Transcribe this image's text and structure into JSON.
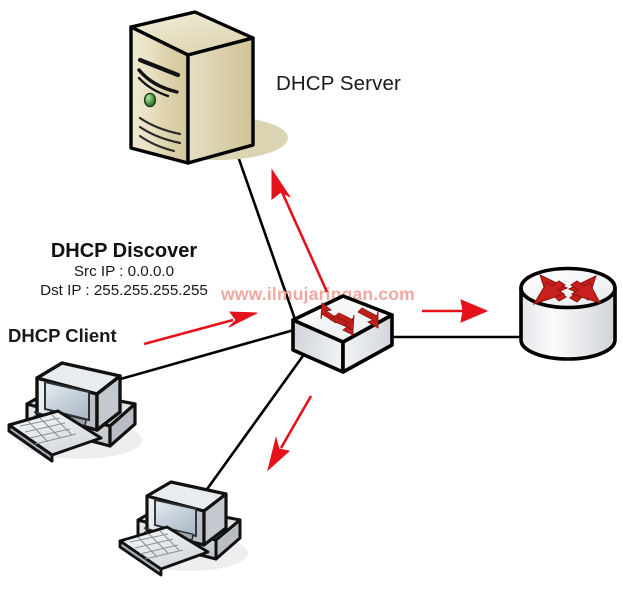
{
  "diagram": {
    "title_label": "DHCP Server",
    "client_label": "DHCP Client",
    "watermark": "www.ilmujaringan.com",
    "packet": {
      "name": "DHCP Discover",
      "src_line": "Src IP : 0.0.0.0",
      "dst_line": "Dst IP : 255.255.255.255"
    },
    "nodes": [
      {
        "id": "server",
        "name": "dhcp-server-icon",
        "label": "DHCP Server"
      },
      {
        "id": "switch",
        "name": "network-switch-icon",
        "label": ""
      },
      {
        "id": "router",
        "name": "router-icon",
        "label": ""
      },
      {
        "id": "client1",
        "name": "client-pc-icon",
        "label": "DHCP Client"
      },
      {
        "id": "client2",
        "name": "client-pc-icon",
        "label": ""
      }
    ],
    "links": [
      {
        "from": "switch",
        "to": "server"
      },
      {
        "from": "switch",
        "to": "router"
      },
      {
        "from": "switch",
        "to": "client1"
      },
      {
        "from": "switch",
        "to": "client2"
      }
    ],
    "flow_arrows": [
      {
        "name": "arrow-client-to-switch",
        "direction": "up-right"
      },
      {
        "name": "arrow-switch-to-server",
        "direction": "up"
      },
      {
        "name": "arrow-switch-to-router",
        "direction": "right"
      },
      {
        "name": "arrow-switch-to-client2",
        "direction": "down-left"
      }
    ],
    "colors": {
      "flow_arrow": "#e4121a",
      "device_arrow": "#c01c1c",
      "link": "#000000",
      "server_body": "#ded5b3",
      "server_shadow": "#dbd4b2",
      "watermark": "#f0a9a0",
      "background": "#ffffff"
    }
  }
}
